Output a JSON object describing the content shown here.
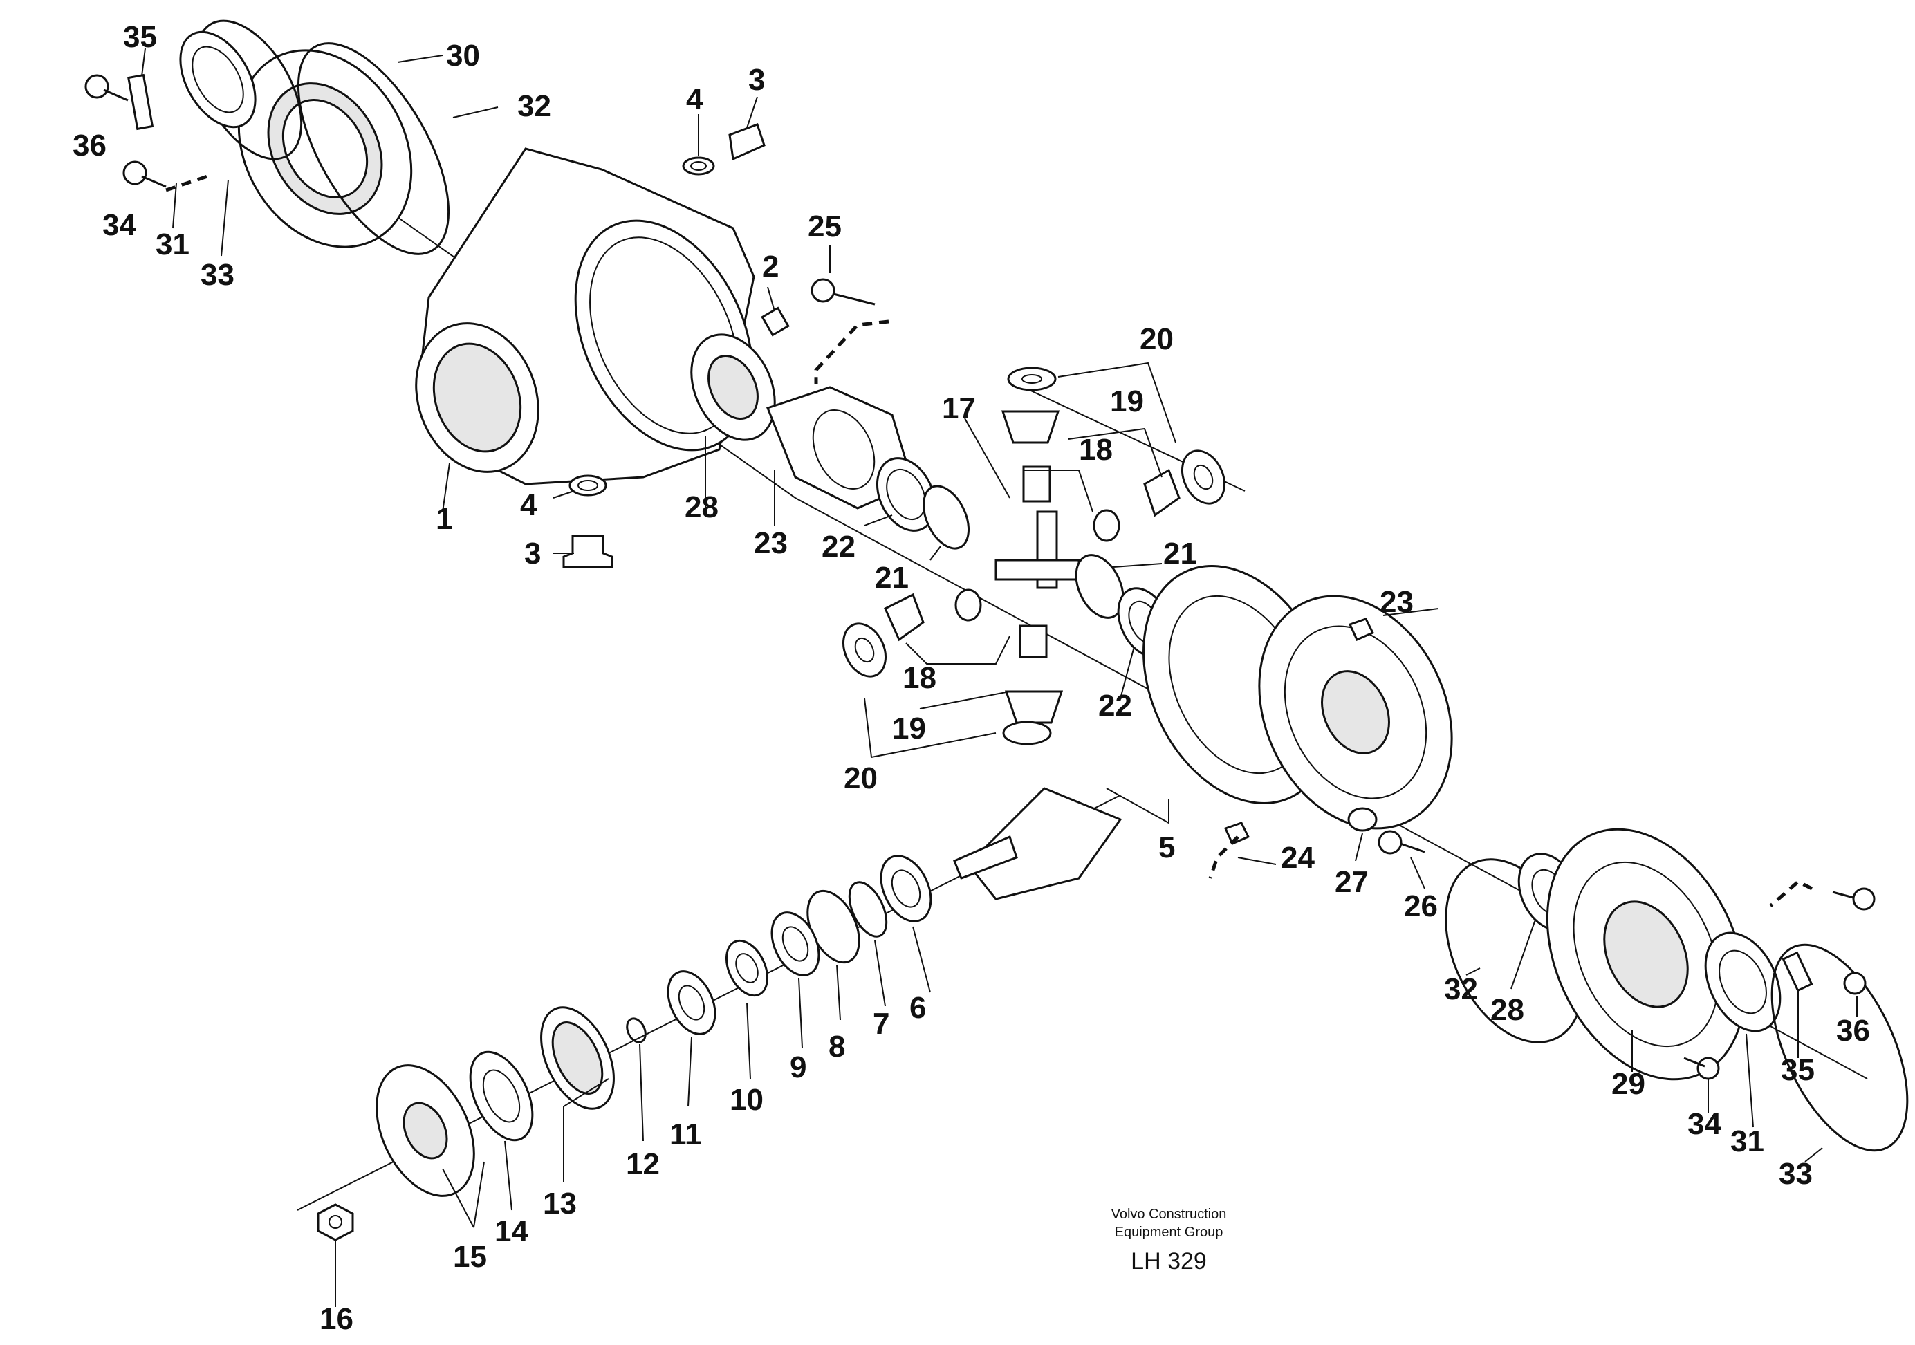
{
  "caption": {
    "line1": "Volvo Construction",
    "line2": "Equipment Group",
    "code": "LH 329"
  },
  "labels": {
    "p35a": "35",
    "p30": "30",
    "p32a": "32",
    "p36a": "36",
    "p34a": "34",
    "p31a": "31",
    "p33a": "33",
    "p4a": "4",
    "p3a": "3",
    "p25": "25",
    "p2": "2",
    "p20a": "20",
    "p19a": "19",
    "p17": "17",
    "p18a": "18",
    "p1": "1",
    "p4b": "4",
    "p3b": "3",
    "p28a": "28",
    "p23a": "23",
    "p22a": "22",
    "p21a": "21",
    "p21b": "21",
    "p23b": "23",
    "p18b": "18",
    "p22b": "22",
    "p19b": "19",
    "p20b": "20",
    "p5": "5",
    "p24": "24",
    "p27": "27",
    "p26": "26",
    "p6": "6",
    "p7": "7",
    "p8": "8",
    "p9": "9",
    "p10": "10",
    "p11": "11",
    "p12": "12",
    "p13": "13",
    "p14": "14",
    "p15": "15",
    "p16": "16",
    "p32b": "32",
    "p28b": "28",
    "p29": "29",
    "p34b": "34",
    "p31b": "31",
    "p35b": "35",
    "p36b": "36",
    "p33b": "33"
  }
}
